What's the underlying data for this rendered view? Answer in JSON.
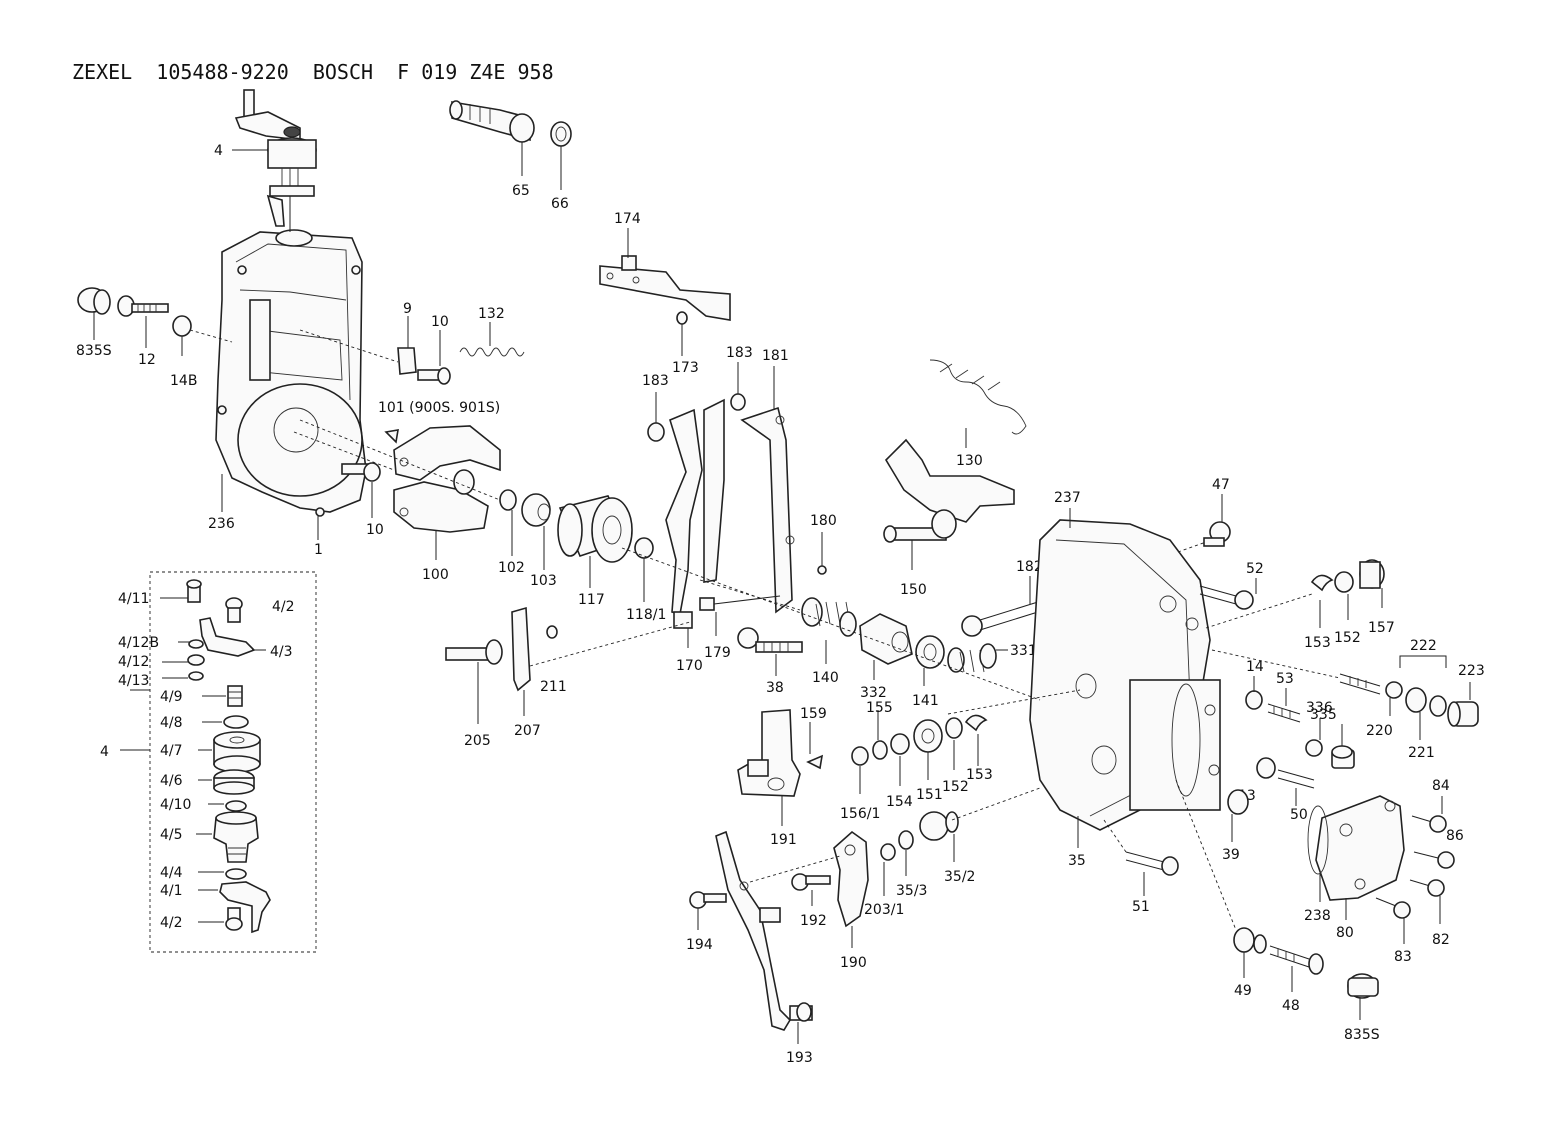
{
  "title": "ZEXEL  105488-9220  BOSCH  F 019 Z4E 958",
  "labels": {
    "l_4_top": "4",
    "l_65": "65",
    "l_66": "66",
    "l_835S_a": "835S",
    "l_12": "12",
    "l_14B": "14B",
    "l_9": "9",
    "l_10_a": "10",
    "l_132": "132",
    "l_101": "101 (900S. 901S)",
    "l_236": "236",
    "l_1": "1",
    "l_10_b": "10",
    "l_100": "100",
    "l_102": "102",
    "l_103": "103",
    "l_117": "117",
    "l_118_1": "118/1",
    "l_174": "174",
    "l_173": "173",
    "l_183_a": "183",
    "l_183_b": "183",
    "l_181": "181",
    "l_180": "180",
    "l_170": "170",
    "l_179": "179",
    "l_205": "205",
    "l_207": "207",
    "l_211": "211",
    "l_38": "38",
    "l_140": "140",
    "l_332": "332",
    "l_141": "141",
    "l_331": "331",
    "l_130": "130",
    "l_150": "150",
    "l_182": "182",
    "l_237": "237",
    "l_47": "47",
    "l_52": "52",
    "l_153_a": "153",
    "l_152_a": "152",
    "l_157": "157",
    "l_222": "222",
    "l_223": "223",
    "l_14": "14",
    "l_53": "53",
    "l_336": "336",
    "l_335": "335",
    "l_220": "220",
    "l_221": "221",
    "l_159": "159",
    "l_155": "155",
    "l_156_1": "156/1",
    "l_154": "154",
    "l_151": "151",
    "l_152_b": "152",
    "l_153_b": "153",
    "l_191": "191",
    "l_13": "13",
    "l_50": "50",
    "l_39": "39",
    "l_35": "35",
    "l_35_2": "35/2",
    "l_35_3": "35/3",
    "l_203_1": "203/1",
    "l_190": "190",
    "l_192": "192",
    "l_194": "194",
    "l_193": "193",
    "l_51": "51",
    "l_84": "84",
    "l_86": "86",
    "l_82": "82",
    "l_83": "83",
    "l_238": "238",
    "l_80": "80",
    "l_49": "49",
    "l_48": "48",
    "l_835S_b": "835S",
    "l_4_11": "4/11",
    "l_4_2_a": "4/2",
    "l_4_12B": "4/12B",
    "l_4_3": "4/3",
    "l_4_12": "4/12",
    "l_4_13": "4/13",
    "l_4_9": "4/9",
    "l_4_8": "4/8",
    "l_4_left": "4",
    "l_4_7": "4/7",
    "l_4_6": "4/6",
    "l_4_10": "4/10",
    "l_4_5": "4/5",
    "l_4_4": "4/4",
    "l_4_1": "4/1",
    "l_4_2_b": "4/2"
  }
}
